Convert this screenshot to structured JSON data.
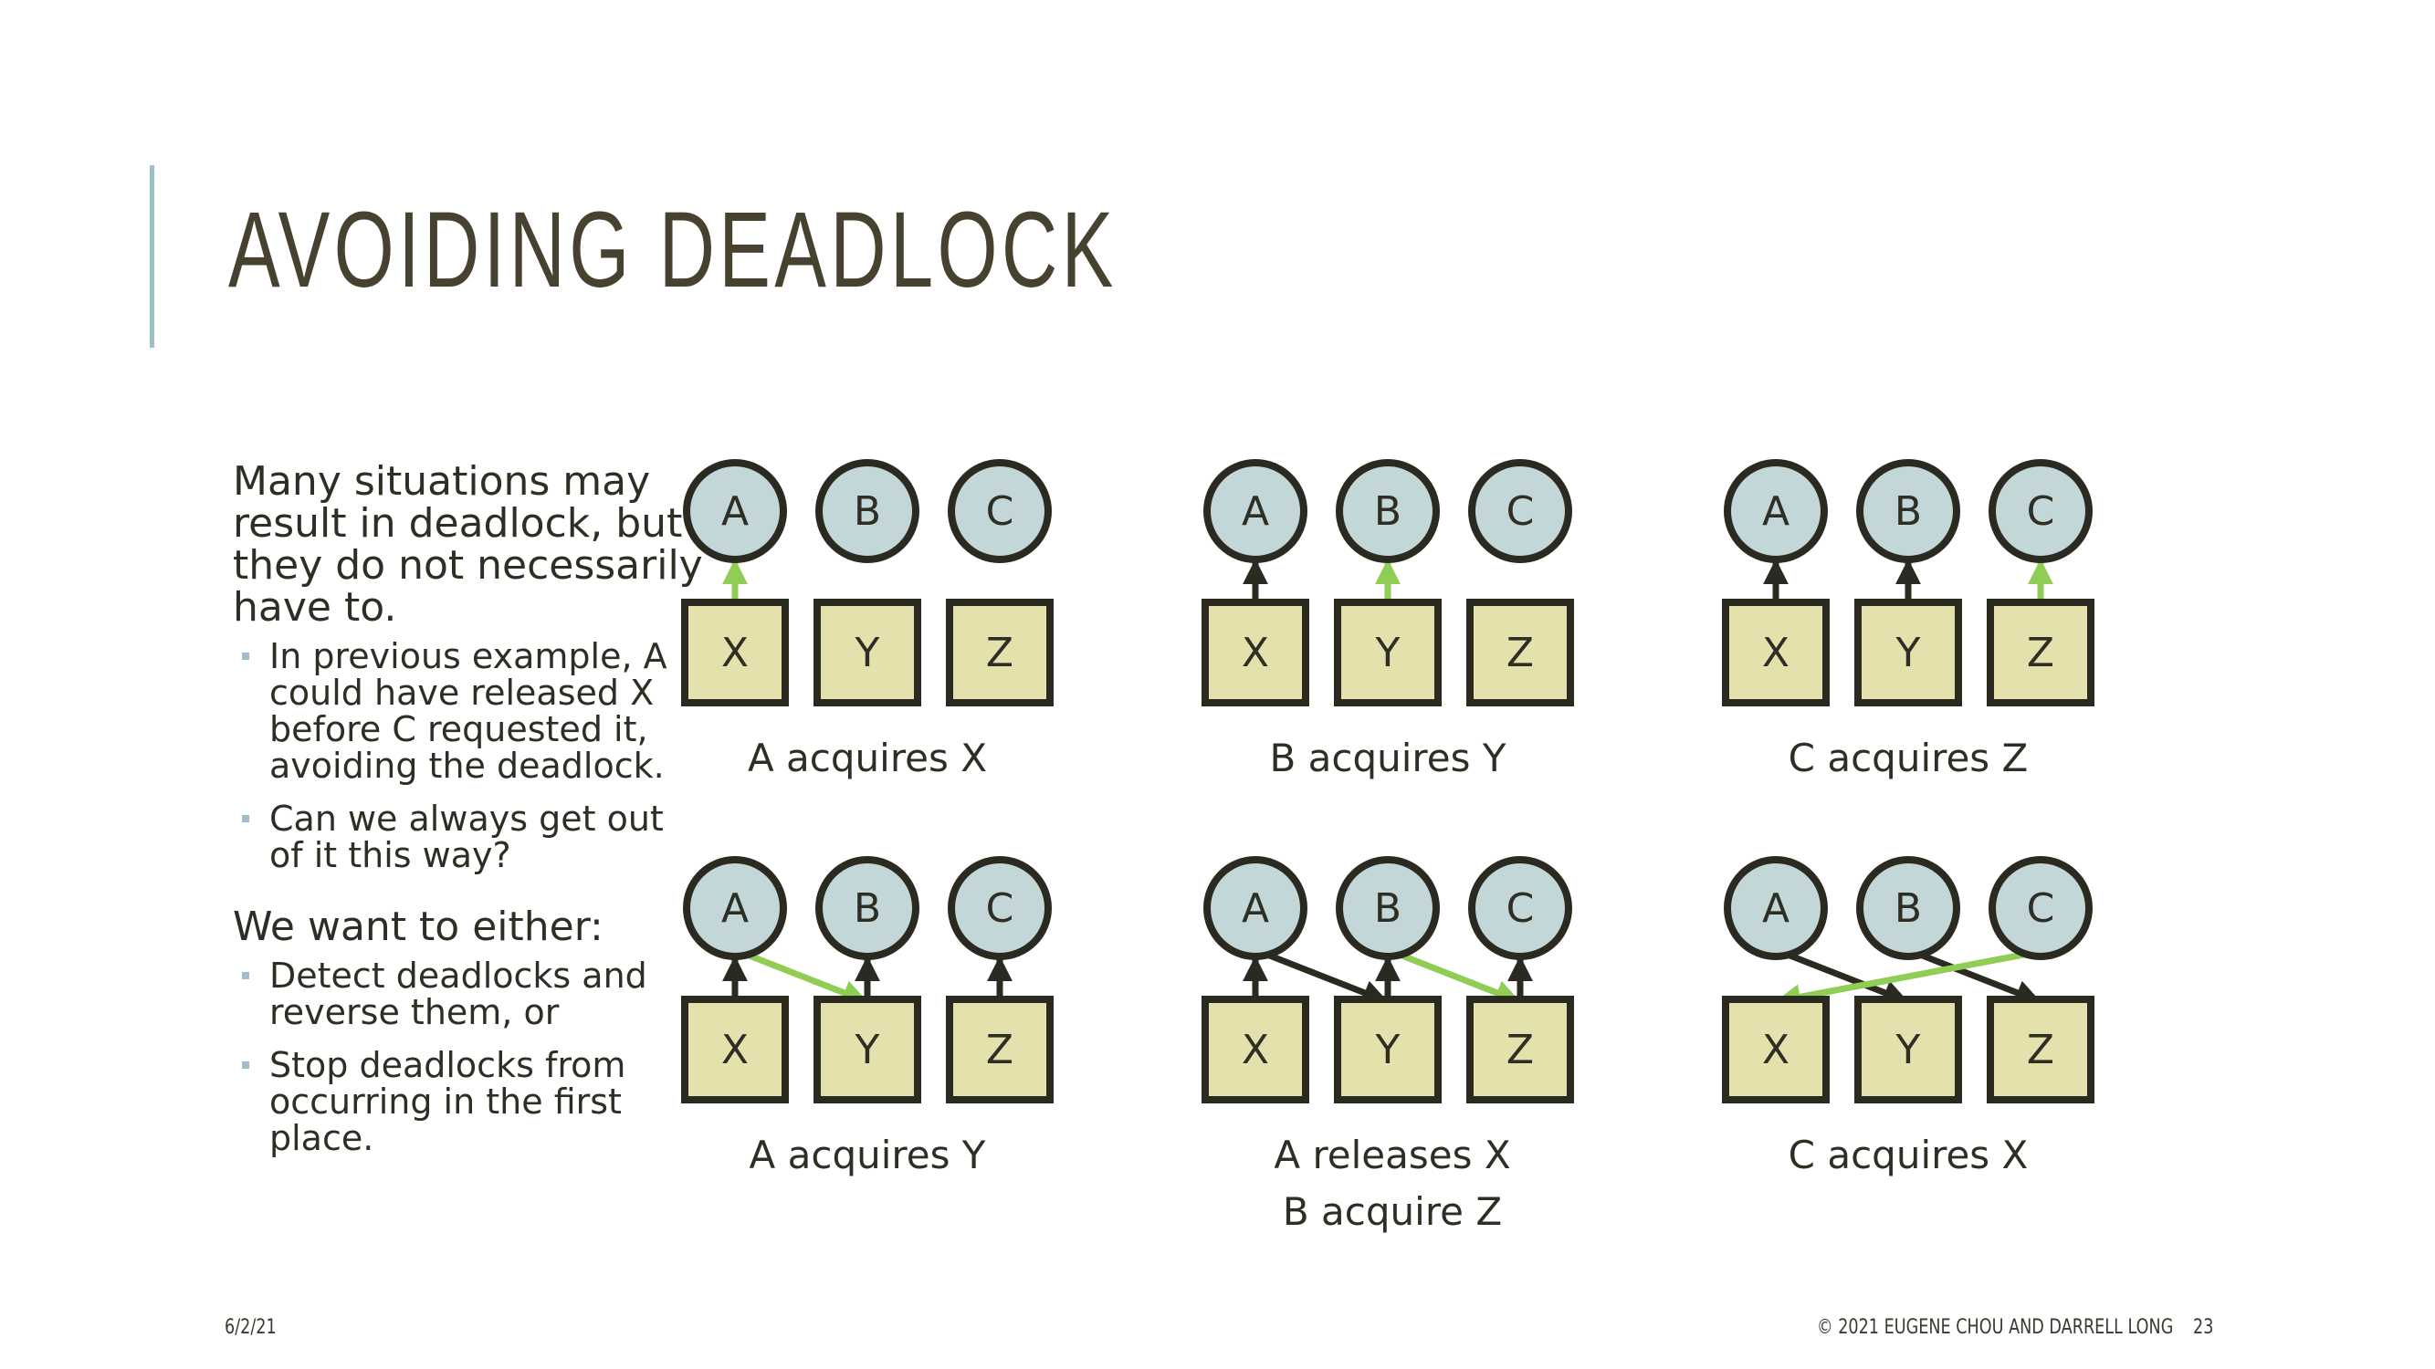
{
  "slide": {
    "title": "AVOIDING DEADLOCK",
    "lead1": "Many situations may result in deadlock, but they do not necessarily have to.",
    "bullets1": [
      "In previous example, A could have released X before C requested it, avoiding the deadlock.",
      "Can we always get out of it this way?"
    ],
    "lead2": "We want to either:",
    "bullets2": [
      "Detect deadlocks and reverse them, or",
      "Stop deadlocks from occurring in the first place."
    ]
  },
  "footer": {
    "date": "6/2/21",
    "copyright": "© 2021 EUGENE CHOU AND DARRELL LONG",
    "page": "23"
  },
  "colors": {
    "process_fill": "#c3d6d8",
    "resource_fill": "#e4e1ad",
    "stroke": "#2b2a20",
    "highlight_arrow": "#8fcd55",
    "accent": "#9fbfc6"
  },
  "diagram": {
    "processes": [
      "A",
      "B",
      "C"
    ],
    "resources": [
      "X",
      "Y",
      "Z"
    ],
    "panels": [
      {
        "caption": [
          "A acquires X"
        ],
        "edges": [
          {
            "from": "X",
            "to": "A",
            "highlight": true
          }
        ]
      },
      {
        "caption": [
          "B acquires Y"
        ],
        "edges": [
          {
            "from": "X",
            "to": "A",
            "highlight": false
          },
          {
            "from": "Y",
            "to": "B",
            "highlight": true
          }
        ]
      },
      {
        "caption": [
          "C acquires Z"
        ],
        "edges": [
          {
            "from": "X",
            "to": "A",
            "highlight": false
          },
          {
            "from": "Y",
            "to": "B",
            "highlight": false
          },
          {
            "from": "Z",
            "to": "C",
            "highlight": true
          }
        ]
      },
      {
        "caption": [
          "A acquires Y"
        ],
        "edges": [
          {
            "from": "X",
            "to": "A",
            "highlight": false
          },
          {
            "from": "Y",
            "to": "B",
            "highlight": false
          },
          {
            "from": "Z",
            "to": "C",
            "highlight": false
          },
          {
            "from": "A",
            "to": "Y",
            "highlight": true
          }
        ]
      },
      {
        "caption": [
          "A releases X",
          "B acquire Z"
        ],
        "edges": [
          {
            "from": "X",
            "to": "A",
            "highlight": false
          },
          {
            "from": "Y",
            "to": "B",
            "highlight": false
          },
          {
            "from": "Z",
            "to": "C",
            "highlight": false
          },
          {
            "from": "A",
            "to": "Y",
            "highlight": false
          },
          {
            "from": "B",
            "to": "Z",
            "highlight": true
          }
        ]
      },
      {
        "caption": [
          "C acquires X"
        ],
        "edges": [
          {
            "from": "A",
            "to": "Y",
            "highlight": false
          },
          {
            "from": "B",
            "to": "Z",
            "highlight": false
          },
          {
            "from": "C",
            "to": "X",
            "highlight": true
          }
        ]
      }
    ]
  }
}
